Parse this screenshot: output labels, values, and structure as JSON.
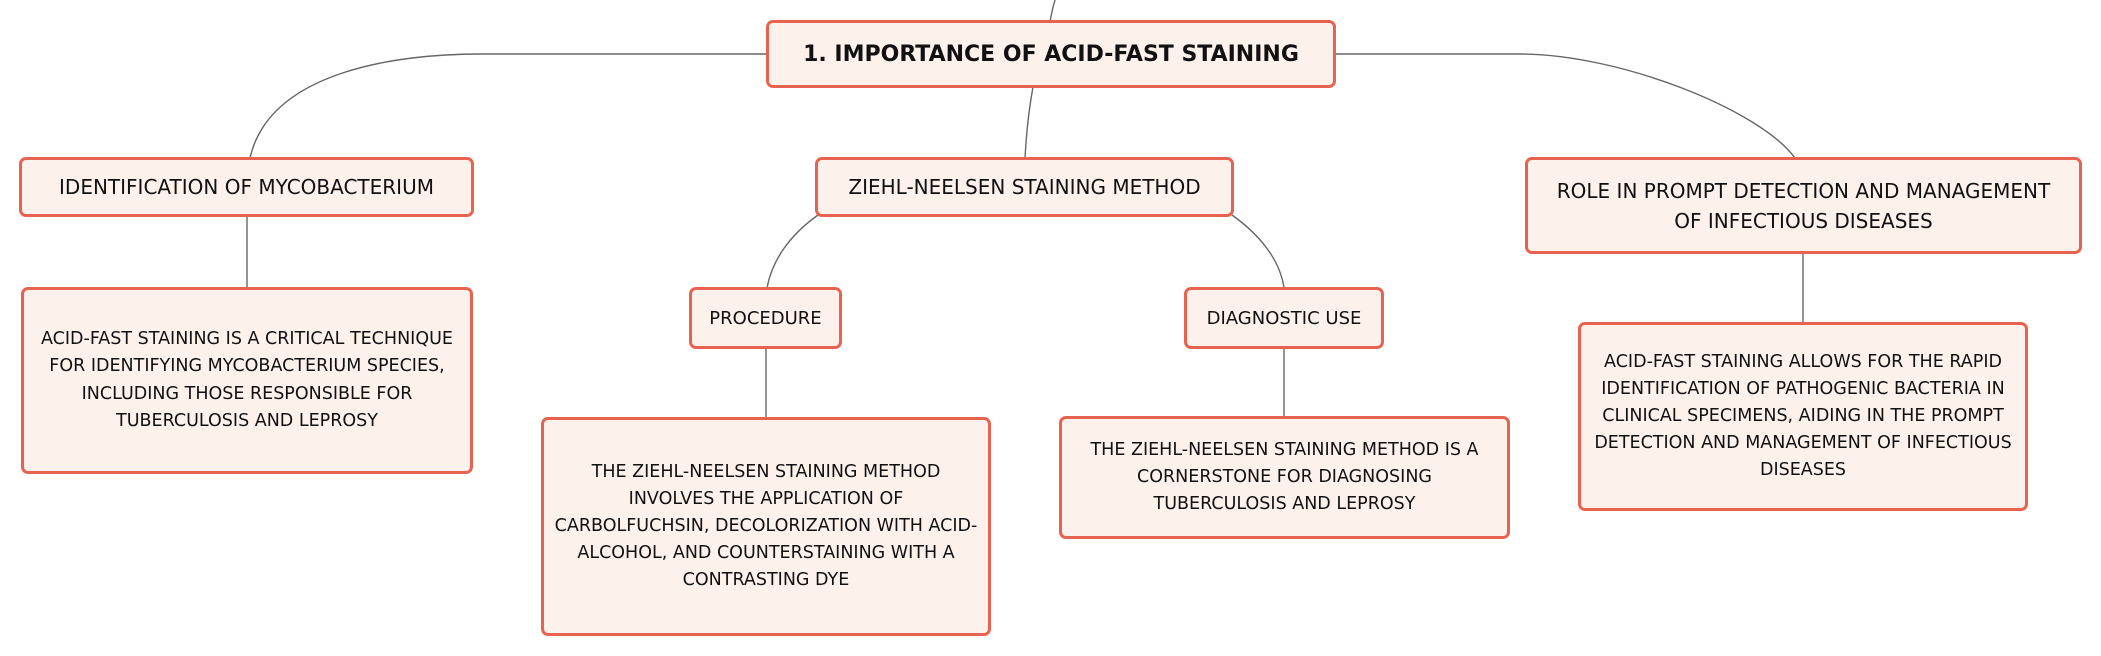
{
  "mindmap": {
    "root": {
      "label": "1. IMPORTANCE OF ACID-FAST STAINING"
    },
    "branches": [
      {
        "label": "IDENTIFICATION OF MYCOBACTERIUM",
        "detail": "ACID-FAST STAINING IS A CRITICAL TECHNIQUE FOR IDENTIFYING MYCOBACTERIUM SPECIES, INCLUDING THOSE RESPONSIBLE FOR TUBERCULOSIS AND LEPROSY"
      },
      {
        "label": "ZIEHL-NEELSEN STAINING METHOD",
        "children": [
          {
            "label": "PROCEDURE",
            "detail": "THE ZIEHL-NEELSEN STAINING METHOD INVOLVES THE APPLICATION OF CARBOLFUCHSIN, DECOLORIZATION WITH ACID-ALCOHOL, AND COUNTERSTAINING WITH A CONTRASTING DYE"
          },
          {
            "label": "DIAGNOSTIC USE",
            "detail": "THE ZIEHL-NEELSEN STAINING METHOD IS A CORNERSTONE FOR DIAGNOSING TUBERCULOSIS AND LEPROSY"
          }
        ]
      },
      {
        "label": "ROLE IN PROMPT DETECTION AND MANAGEMENT OF INFECTIOUS DISEASES",
        "detail": "ACID-FAST STAINING ALLOWS FOR THE RAPID IDENTIFICATION OF PATHOGENIC BACTERIA IN CLINICAL SPECIMENS, AIDING IN THE PROMPT DETECTION AND MANAGEMENT OF INFECTIOUS DISEASES"
      }
    ]
  },
  "colors": {
    "node_border": "#e8634f",
    "node_fill": "#fdf1ec",
    "connector": "#666666"
  }
}
